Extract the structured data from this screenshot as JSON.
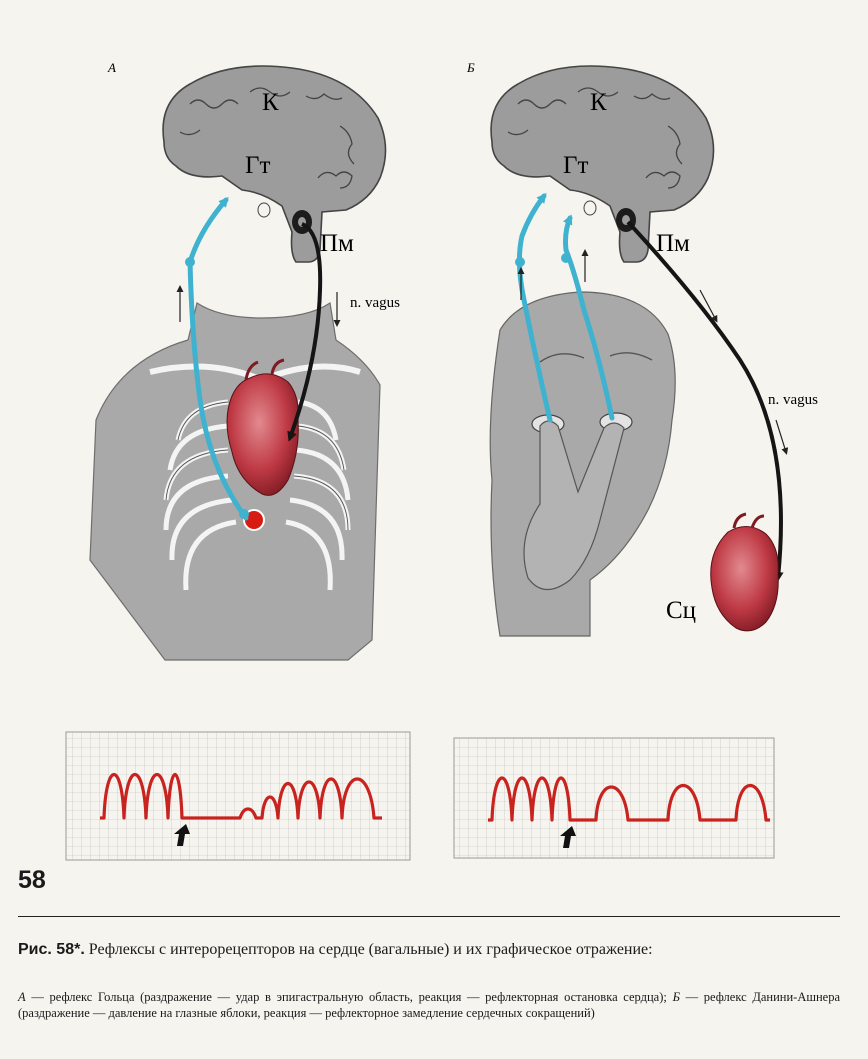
{
  "panels": {
    "a": {
      "letter": "А",
      "cortex": "К",
      "hypothalamus": "Гт",
      "medulla": "Пм",
      "nerve": "n. vagus"
    },
    "b": {
      "letter": "Б",
      "cortex": "К",
      "hypothalamus": "Гт",
      "medulla": "Пм",
      "nerve": "n. vagus",
      "heart": "Сц"
    }
  },
  "figure": {
    "number": "58",
    "caption_title": "Рис. 58*.",
    "caption_text": "Рефлексы с интерорецепторов на сердце (вагальные) и их графическое отражение:",
    "a_letter": "А",
    "a_text": "— рефлекс Гольца (раздражение — удар в эпигастральную область, реакция — рефлекторная остановка сердца);",
    "b_letter": "Б",
    "b_text": "— рефлекс Данини-Ашнера (раздражение — давление на глазные яблоки, реакция — рефлекторное замедление сердечных сокращений)"
  },
  "colors": {
    "nerve_afferent": "#3fb2cf",
    "nerve_efferent": "#151515",
    "trace": "#c8231e",
    "body": "#a9a9a9",
    "brain": "#9c9c9c",
    "heart": "#b8353e"
  }
}
